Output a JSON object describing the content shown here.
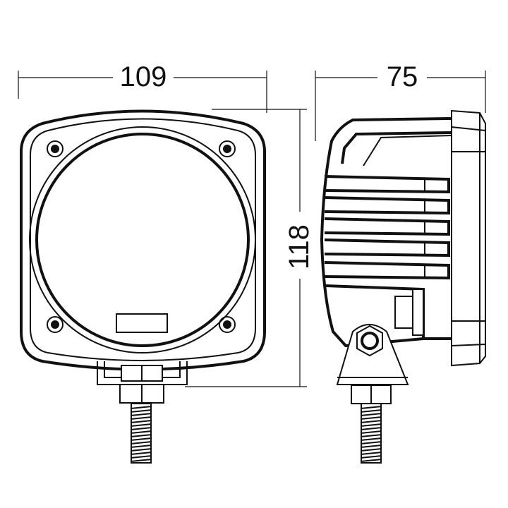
{
  "dimensions": {
    "width_front": "109",
    "height": "118",
    "depth_side": "75"
  }
}
